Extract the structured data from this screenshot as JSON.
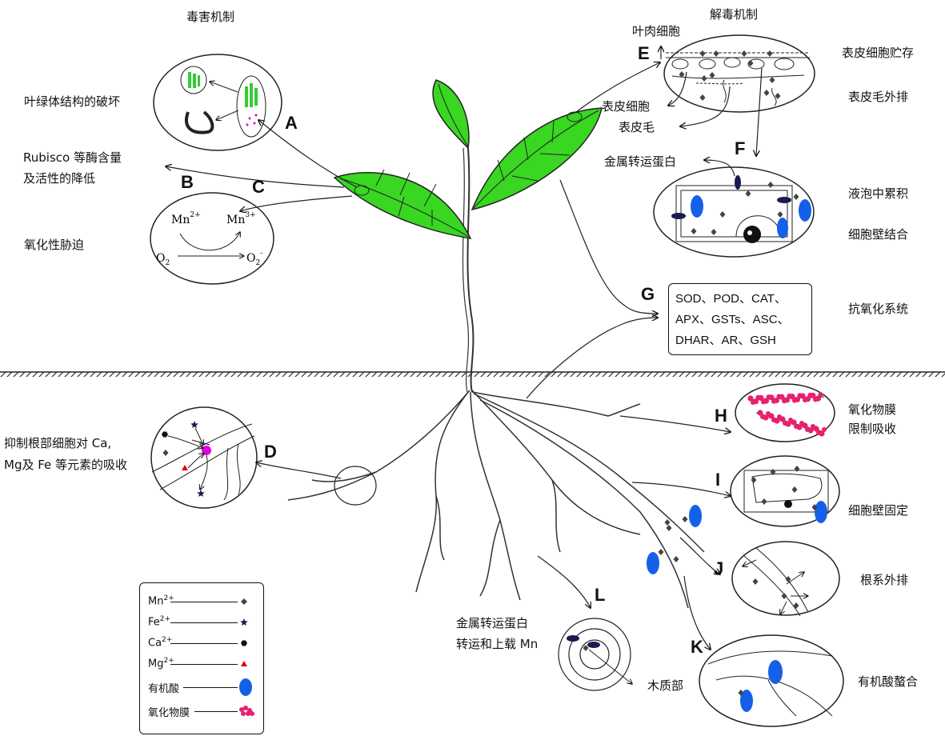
{
  "headings": {
    "toxicity": "毒害机制",
    "detox": "解毒机制"
  },
  "letters": [
    "A",
    "B",
    "C",
    "D",
    "E",
    "F",
    "G",
    "H",
    "I",
    "J",
    "K",
    "L"
  ],
  "left_labels": {
    "chloroplast": "叶绿体结构的破坏",
    "rubisco_1": "Rubisco 等酶含量",
    "rubisco_2": "及活性的降低",
    "oxidative": "氧化性胁迫",
    "root_1": "抑制根部细胞对 Ca,",
    "root_2": "Mg及 Fe 等元素的吸收"
  },
  "reaction": {
    "mn2": "Mn",
    "mn2_sup": "2+",
    "mn3": "Mn",
    "mn3_sup": "3+",
    "o2": "O",
    "o2_sub": "2",
    "o2m": "O",
    "o2m_sub": "2",
    "o2m_sup": "-"
  },
  "right_labels": {
    "mesophyll": "叶肉细胞",
    "epidermis_cell": "表皮细胞",
    "trichome": "表皮毛",
    "epidermal_storage": "表皮细胞贮存",
    "trichome_excretion": "表皮毛外排",
    "transporter": "金属转运蛋白",
    "vacuole": "液泡中累积",
    "cell_wall_bind": "细胞壁结合",
    "antioxidant": "抗氧化系统",
    "oxide_film_1": "氧化物膜",
    "oxide_film_2": "限制吸收",
    "cell_wall_fix": "细胞壁固定",
    "root_excretion": "根系外排",
    "chelation": "有机酸螯合",
    "transport_1": "金属转运蛋白",
    "transport_2": "转运和上载 Mn",
    "xylem": "木质部"
  },
  "antioxidants": [
    "SOD、POD、CAT、",
    "APX、GSTs、ASC、",
    "DHAR、AR、GSH"
  ],
  "legend": [
    {
      "ion": "Mn",
      "sup": "2+",
      "symbol": "diamond",
      "color": "#444444"
    },
    {
      "ion": "Fe",
      "sup": "2+",
      "symbol": "star",
      "color": "#1a1a4e"
    },
    {
      "ion": "Ca",
      "sup": "2+",
      "symbol": "hexagon",
      "color": "#111111"
    },
    {
      "ion": "Mg",
      "sup": "2+",
      "symbol": "triangle",
      "color": "#e00000"
    },
    {
      "ion": "有机酸",
      "sup": "",
      "symbol": "ellipse",
      "color": "#1560e8"
    },
    {
      "ion": "氧化物膜",
      "sup": "",
      "symbol": "cluster",
      "color": "#e8206e"
    }
  ],
  "colors": {
    "leaf": "#39d622",
    "chloroplast": "#33cc33",
    "organic_acid": "#1560e8",
    "oxide": "#e8206e",
    "mg": "#e00000",
    "fe": "#1a1a4e"
  }
}
